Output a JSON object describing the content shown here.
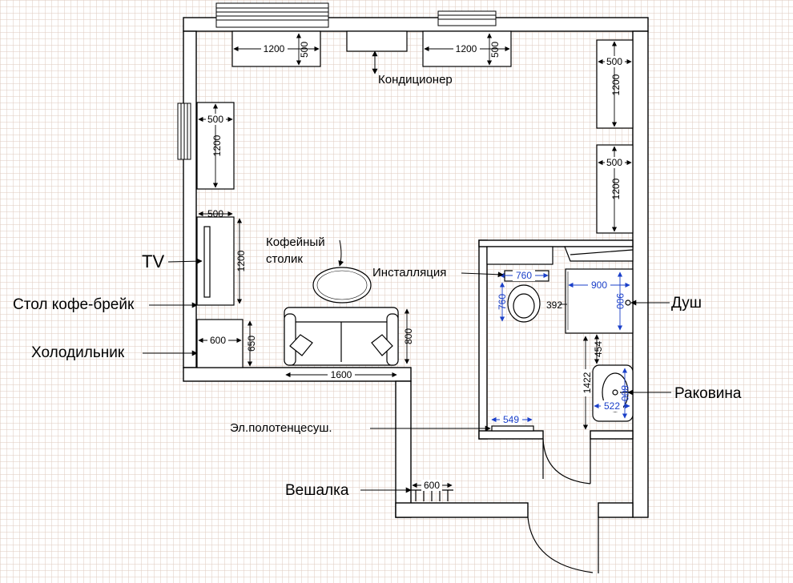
{
  "labels": {
    "tv": "TV",
    "coffee_table": "Кофейный\nстолик",
    "conditioner": "Кондиционер",
    "installation": "Инсталляция",
    "shower": "Душ",
    "sink": "Раковина",
    "coffee_break_table": "Стол кофе-брейк",
    "fridge": "Холодильник",
    "towel_dryer": "Эл.полотенцесуш.",
    "hanger": "Вешалка"
  },
  "dimensions": {
    "top_desk_left_w": "1200",
    "top_desk_left_d": "500",
    "top_desk_right_w": "1200",
    "top_desk_right_d": "500",
    "left_desk_w": "500",
    "left_desk_l": "1200",
    "right_desk_top_w": "500",
    "right_desk_top_l": "1200",
    "right_desk_bottom_w": "500",
    "right_desk_bottom_l": "1200",
    "coffee_break_w": "500",
    "coffee_break_l": "1200",
    "fridge_w": "600",
    "fridge_d": "650",
    "sofa_w": "1600",
    "sofa_d": "800",
    "hanger_w": "600",
    "toilet_w": "760",
    "toilet_d": "760",
    "toilet_offset": "392",
    "shower_w": "900",
    "shower_d": "900",
    "sink_offset": "454",
    "sink_w": "522",
    "sink_d": "800",
    "bath_gap": "1422",
    "towel_w": "549"
  }
}
